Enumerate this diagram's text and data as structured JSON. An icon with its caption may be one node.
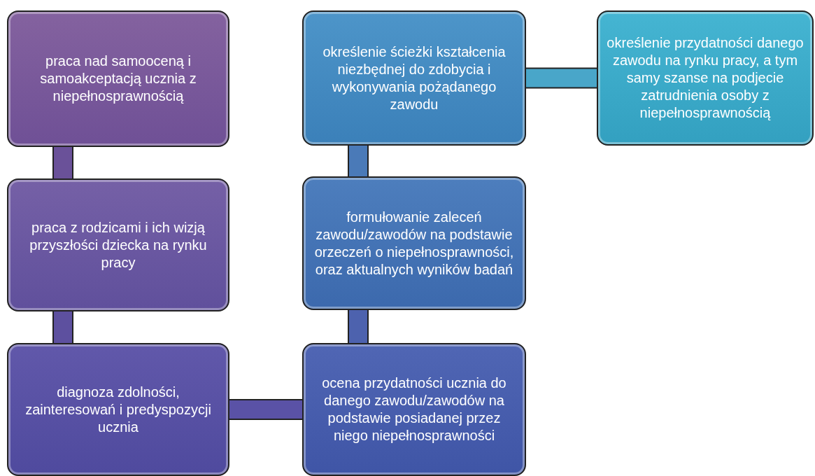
{
  "diagram": {
    "nodes": [
      {
        "text": [
          "praca nad samooceną i samoakceptacją ucznia z niepełnosprawnością"
        ]
      },
      {
        "text": [
          "praca z rodzicami i ich wizją przyszłości dziecka na rynku pracy"
        ]
      },
      {
        "text": [
          "diagnoza zdolności, zainteresowań i predyspozycji ucznia"
        ]
      },
      {
        "text": [
          "ocena przydatności ucznia do danego zawodu/zawodów na podstawie posiadanej przez niego niepełnosprawności"
        ]
      },
      {
        "text": [
          "formułowanie zaleceń zawodu/zawodów na podstawie orzeczeń o niepełnosprawności, oraz aktualnych wyników badań"
        ]
      },
      {
        "text": [
          "określenie ścieżki kształcenia niezbędnej do zdobycia i wykonywania pożądanego zawodu"
        ]
      },
      {
        "text": [
          "określenie przydatności danego zawodu na rynku pracy, a tym samy szanse na podjecie zatrudnienia osoby z niepełnosprawnością"
        ]
      }
    ],
    "edges": [
      {
        "from": 0,
        "to": 1,
        "arrow": "none"
      },
      {
        "from": 1,
        "to": 2,
        "arrow": "none"
      },
      {
        "from": 2,
        "to": 3,
        "arrow": "none"
      },
      {
        "from": 3,
        "to": 4,
        "arrow": "none"
      },
      {
        "from": 4,
        "to": 5,
        "arrow": "none"
      },
      {
        "from": 5,
        "to": 6,
        "arrow": "none"
      }
    ]
  }
}
